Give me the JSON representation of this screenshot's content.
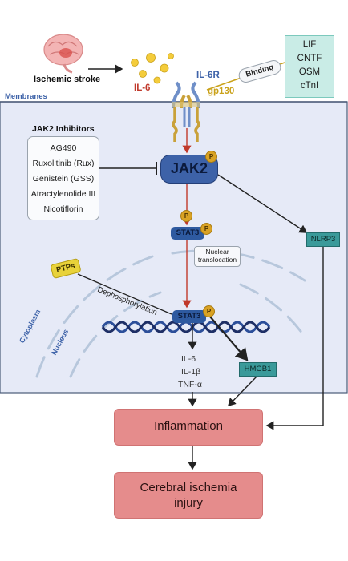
{
  "stroke_label": "Ischemic stroke",
  "il6_label": "IL-6",
  "il6r_label": "IL-6R",
  "gp130_label": "gp130",
  "binding_label": "Binding",
  "membranes_label": "Membranes",
  "ligands": [
    "LIF",
    "CNTF",
    "OSM",
    "cTnI"
  ],
  "inhibitors_title": "JAK2 Inhibitors",
  "inhibitors": [
    "AG490",
    "Ruxolitinib (Rux)",
    "Genistein (GSS)",
    "Atractylenolide III",
    "Nicotiflorin"
  ],
  "jak2_label": "JAK2",
  "p_label": "P",
  "stat3_label": "STAT3",
  "nuclear_translocation": "Nuclear\ntranslocation",
  "ptps_label": "PTPs",
  "dephosphorylation_label": "Dephosphorylation",
  "cytoplasm_label": "Cytoplasm",
  "nucleus_label": "Nucleus",
  "nlrp3_label": "NLRP3",
  "hmgb1_label": "HMGB1",
  "cytokines": [
    "IL-6",
    "IL-1β",
    "TNF-α"
  ],
  "inflammation_label": "Inflammation",
  "outcome_label": "Cerebral ischemia\ninjury",
  "colors": {
    "cell_fill": "#e6eaf7",
    "cell_border": "#4a5a78",
    "red_arrow": "#c0392b",
    "jak2_fill": "#3d62a8",
    "stat3_fill": "#2e5aa0",
    "teal": "#3a9a9a",
    "ptps_fill": "#e8d23a",
    "outcome_fill": "#e58c8c"
  }
}
